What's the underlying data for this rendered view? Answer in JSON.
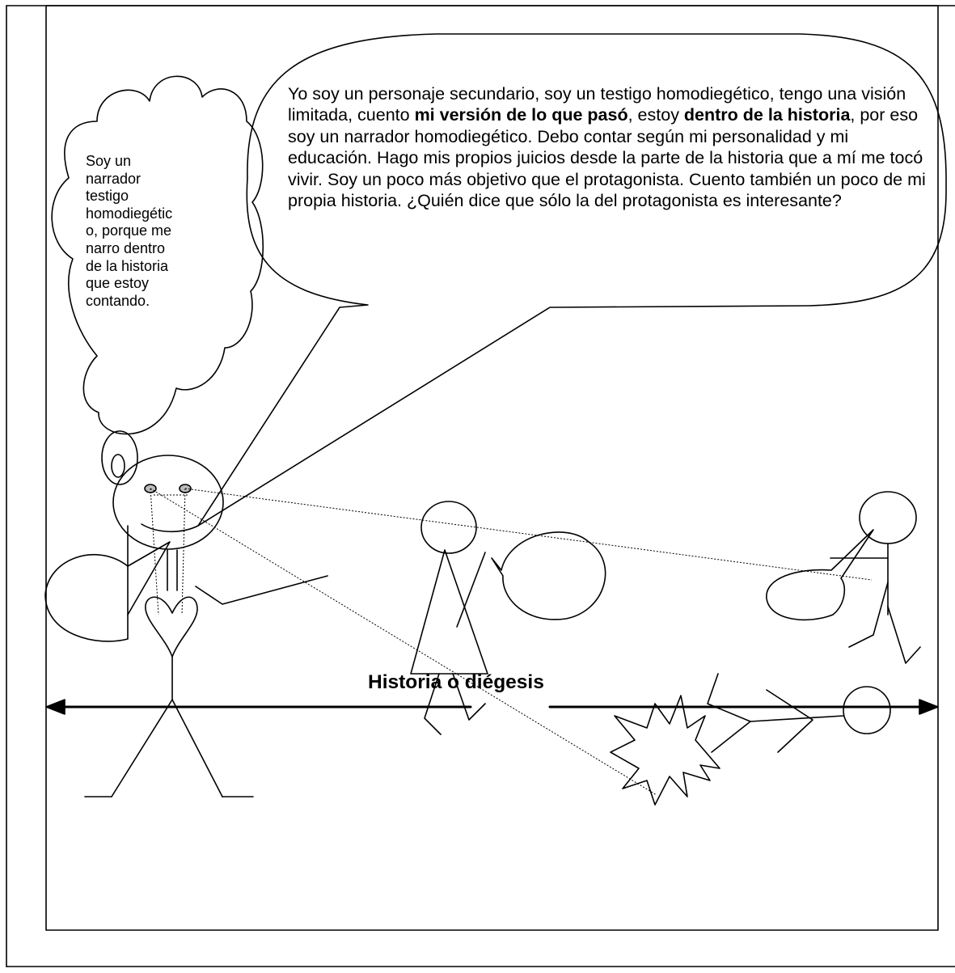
{
  "speech_bubble": {
    "text_1": "Yo soy un personaje secundario, soy un testigo homodiegético, tengo una visión limitada, cuento ",
    "bold_1": "mi versión de lo que pasó",
    "text_2": ", estoy ",
    "bold_2": "dentro de la historia",
    "text_3": ", por eso soy un narrador homodiegético.  Debo contar según mi personalidad y mi educación.  Hago mis propios juicios desde la parte de la historia que a mí me tocó vivir. Soy un poco más objetivo que el protagonista.  Cuento también un poco de mi propia historia. ¿Quién dice que sólo la del protagonista es interesante?"
  },
  "thought_cloud": {
    "lines": [
      "Soy un",
      "narrador",
      "testigo",
      "homodiegétic",
      "o, porque me",
      "narro dentro",
      "de la historia",
      "que estoy",
      "contando."
    ]
  },
  "axis": {
    "label": "Historia o diégesis"
  }
}
